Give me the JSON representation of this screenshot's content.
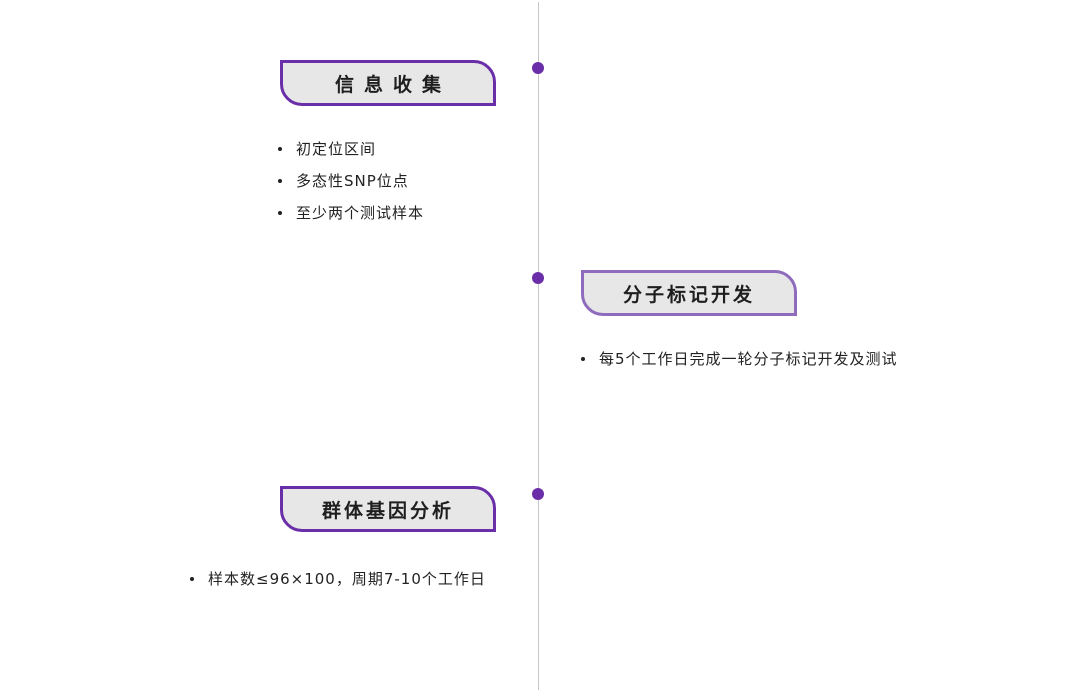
{
  "colors": {
    "accent": "#6a2fa8",
    "pill_fill": "#e7e7e7",
    "timeline_line": "#c8c8cc"
  },
  "timeline": {
    "steps": [
      {
        "title": "信息收集",
        "bullets": [
          "初定位区间",
          "多态性SNP位点",
          "至少两个测试样本"
        ]
      },
      {
        "title": "分子标记开发",
        "bullets": [
          "每5个工作日完成一轮分子标记开发及测试"
        ]
      },
      {
        "title": "群体基因分析",
        "bullets": [
          "样本数≤96×100，周期7-10个工作日"
        ]
      }
    ]
  }
}
